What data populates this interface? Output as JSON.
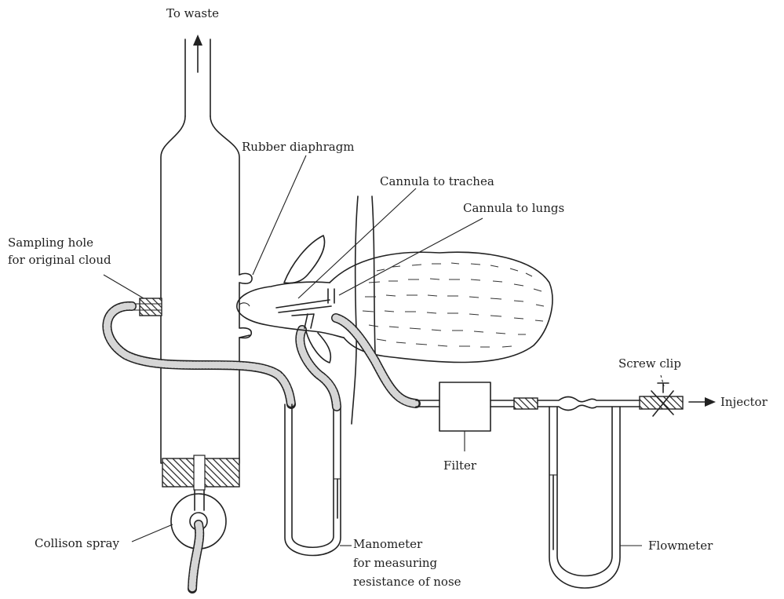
{
  "labels": {
    "to_waste": "To waste",
    "rubber_diaphragm": "Rubber diaphragm",
    "cannula_trachea": "Cannula to trachea",
    "cannula_lungs": "Cannula to lungs",
    "sampling_hole_1": "Sampling hole",
    "sampling_hole_2": "for original cloud",
    "screw_clip": "Screw clip",
    "injector": "Injector",
    "filter": "Filter",
    "collison_spray": "Collison spray",
    "manometer_1": "Manometer",
    "manometer_2": "for measuring",
    "manometer_3": "resistance of nose",
    "flowmeter": "Flowmeter"
  }
}
